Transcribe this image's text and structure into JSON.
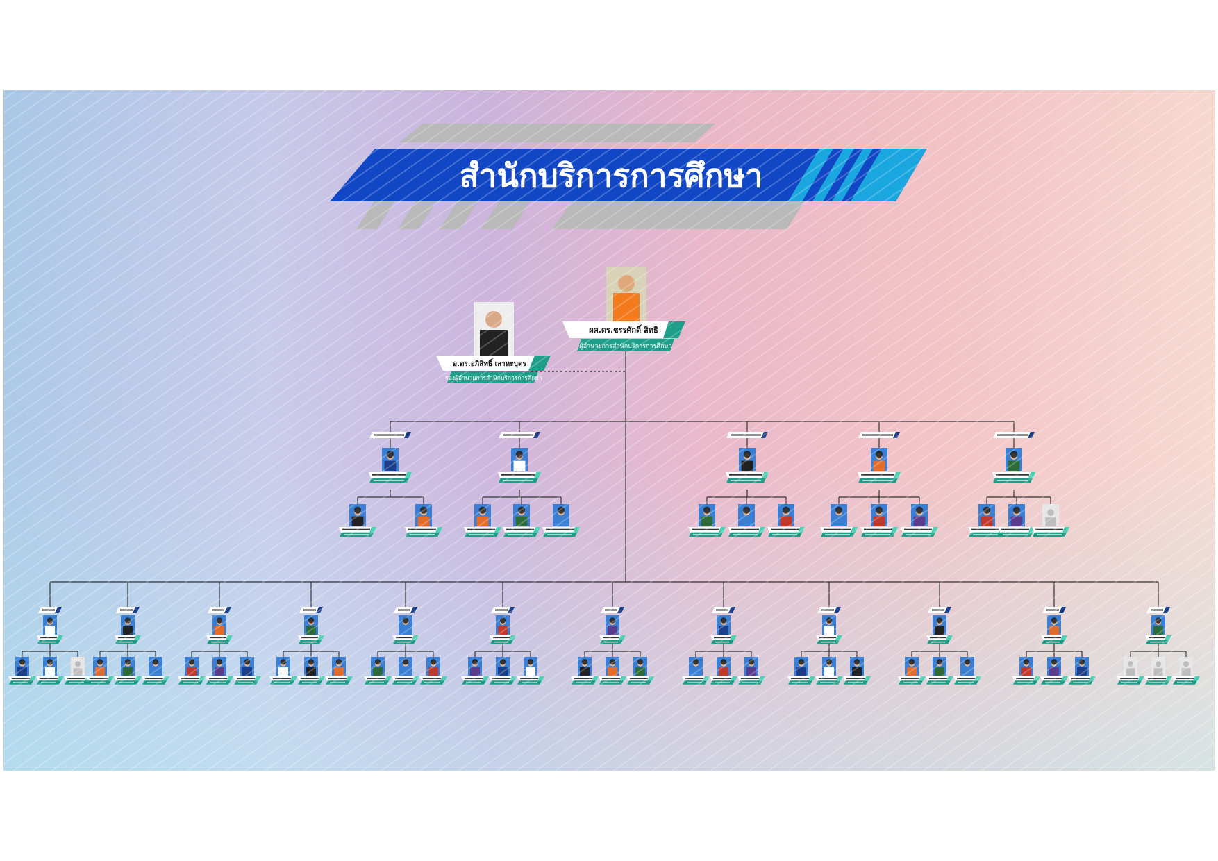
{
  "header": {
    "title": "สำนักบริการการศึกษา"
  },
  "director": {
    "name": "ผศ.ดร.ชรรศักดิ์ สิทธิ",
    "role": "ผู้อำนวยการสำนักบริการการศึกษา"
  },
  "deputy": {
    "name": "อ.ดร.อภิสิทธิ์ เลาหะบุตร",
    "role": "รองผู้อำนวยการสำนักบริการการศึกษา"
  },
  "colors": {
    "title_bar": "#1146c4",
    "title_bar_light": "#1aa7e0",
    "gray_accent": "#b4b4b4",
    "card_teal": "#1f9e8a",
    "card_teal_light": "#4fd0b4",
    "connector": "#333333"
  }
}
